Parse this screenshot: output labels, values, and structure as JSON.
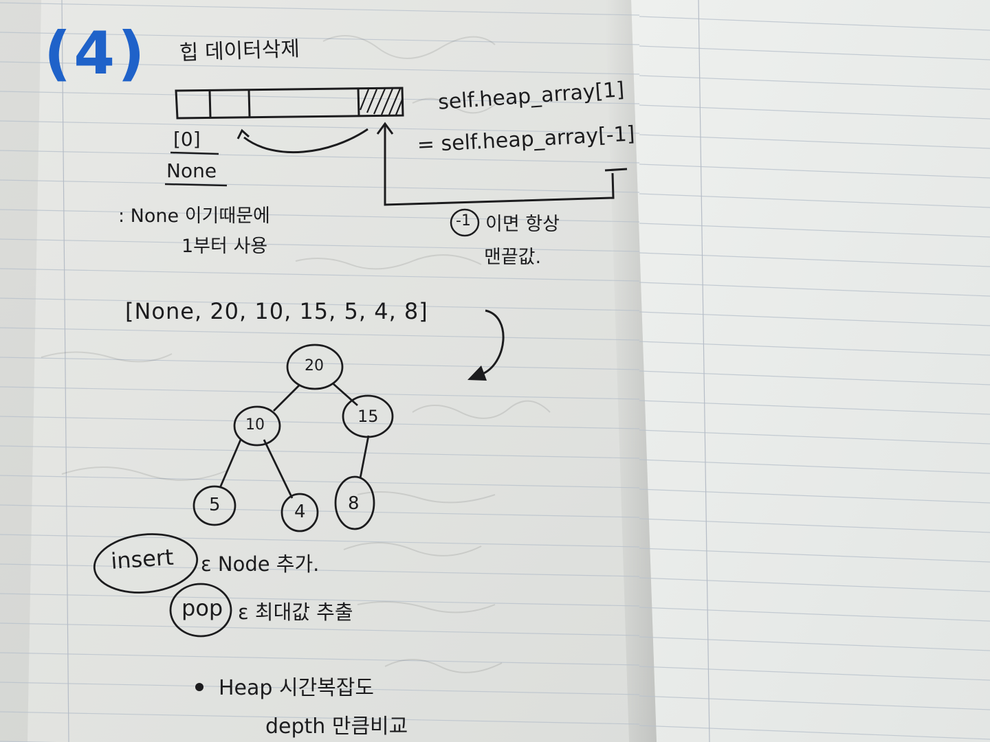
{
  "notebook": {
    "section_number": "(4)",
    "title": "힙 데이터삭제",
    "array_index_label": "[0]",
    "index_zero_value": "None",
    "code_line_1": "self.heap_array[1]",
    "code_line_2": "= self.heap_array[-1]",
    "note_none_line_1": ": None 이기때문에",
    "note_none_line_2": "1부터 사용",
    "note_last_prefix": "-1",
    "note_last_line_1": "이면 항상",
    "note_last_line_2": "맨끝값.",
    "array_list": "[None, 20, 10, 15, 5, 4, 8]",
    "tree": {
      "root": "20",
      "left": "10",
      "right": "15",
      "left_left": "5",
      "left_right": "4",
      "right_left": "8"
    },
    "insert_word": "insert",
    "insert_desc": "ε Node 추가.",
    "pop_word": "pop",
    "pop_desc": "ε 최대값 추출",
    "complexity_title": "Heap 시간복잡도",
    "complexity_desc": "depth 만큼비교"
  },
  "colors": {
    "ink": "#1c1c1e",
    "blue_ink": "#1f62c9",
    "paper": "#eceeeb",
    "rule_line": "#b9c2cc"
  }
}
